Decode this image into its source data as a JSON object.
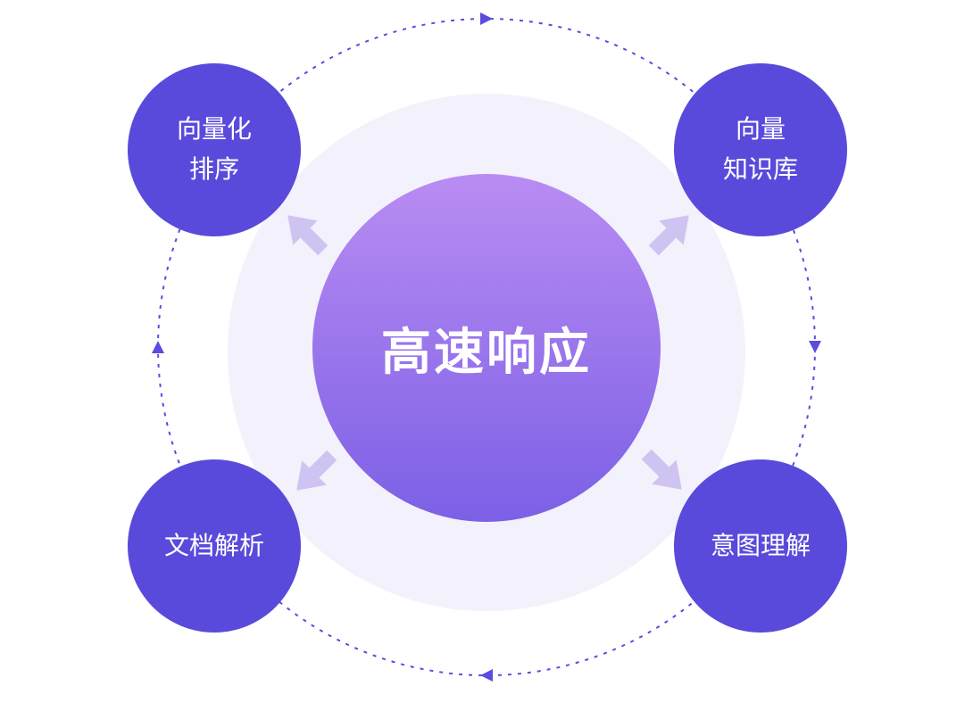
{
  "diagram": {
    "center_label": "高速响应",
    "nodes": {
      "top_left": {
        "line1": "向量化",
        "line2": "排序"
      },
      "top_right": {
        "line1": "向量",
        "line2": "知识库"
      },
      "bottom_left": {
        "line1": "文档解析"
      },
      "bottom_right": {
        "line1": "意图理解"
      }
    },
    "colors": {
      "node_fill": "#5A4ADB",
      "center_gradient_top": "#B98CF2",
      "center_gradient_bottom": "#7C60E6",
      "halo": "#F3F1FB",
      "ring": "#5B4BE0",
      "outward_arrow": "#CEC3F1",
      "label_text": "#FFFFFF"
    }
  }
}
